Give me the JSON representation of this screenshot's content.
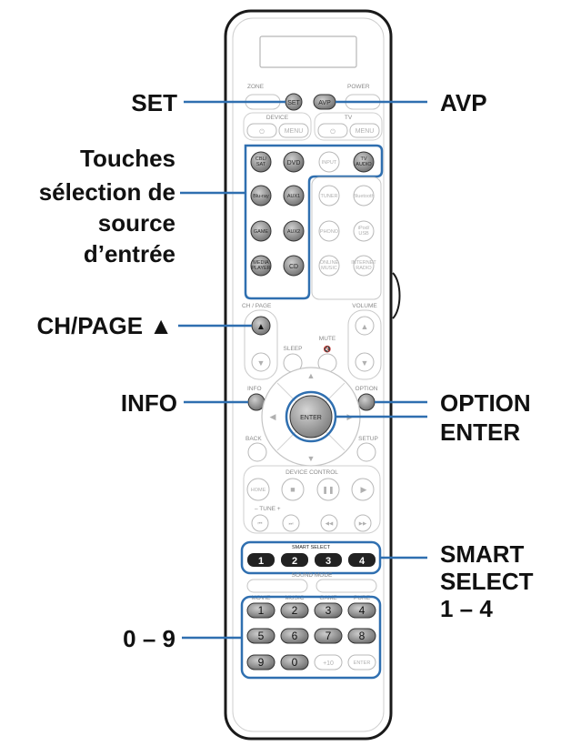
{
  "callouts": {
    "set": "SET",
    "avp": "AVP",
    "touches_1": "Touches",
    "touches_2": "sélection de",
    "touches_3": "source",
    "touches_4": "d’entrée",
    "ch_page": "CH/PAGE ▲",
    "info": "INFO",
    "option": "OPTION",
    "enter": "ENTER",
    "smart_1": "SMART",
    "smart_2": "SELECT",
    "smart_3": "1 – 4",
    "zero_nine": "0 – 9"
  },
  "remote": {
    "zone": "ZONE",
    "power": "POWER",
    "set": "SET",
    "avp": "AVP",
    "device": "DEVICE",
    "tv": "TV",
    "menu": "MENU",
    "power_symbol": "⏻",
    "sources": {
      "cbl_1": "CBL/",
      "cbl_2": "SAT",
      "dvd": "DVD",
      "input": "INPUT",
      "tv_audio_1": "TV",
      "tv_audio_2": "AUDIO",
      "bluray": "Blu-ray",
      "aux1": "AUX1",
      "tuner": "TUNER",
      "bluetooth": "Bluetooth",
      "game": "GAME",
      "aux2": "AUX2",
      "phono": "PHONO",
      "ipod_1": "iPod/",
      "ipod_2": "USB",
      "media_1": "MEDIA",
      "media_2": "PLAYER",
      "cd": "CD",
      "online_1": "ONLINE",
      "online_2": "MUSIC",
      "internet_1": "INTERNET",
      "internet_2": "RADIO"
    },
    "ch_page": "CH / PAGE",
    "volume": "VOLUME",
    "mute": "MUTE",
    "mute_icon": "🔇",
    "sleep": "SLEEP",
    "up_arrow": "▲",
    "down_arrow": "▼",
    "left_arrow": "◀",
    "right_arrow": "▶",
    "info": "INFO",
    "option": "OPTION",
    "enter": "ENTER",
    "back": "BACK",
    "setup": "SETUP",
    "device_control": "DEVICE CONTROL",
    "home": "HOME",
    "stop_symbol": "■",
    "pause_symbol": "❚❚",
    "play_symbol": "▶",
    "tune": "–  TUNE  +",
    "skip_back": "⏮",
    "skip_fwd": "⏭",
    "rewind": "◀◀",
    "ffwd": "▶▶",
    "smart_select": "SMART SELECT",
    "smart_keys": [
      "1",
      "2",
      "3",
      "4"
    ],
    "sound_mode": "SOUND MODE",
    "movie": "MOVIE",
    "music": "MUSIC",
    "game_mode": "GAME",
    "pure": "PURE",
    "digits": [
      "1",
      "2",
      "3",
      "4",
      "5",
      "6",
      "7",
      "8",
      "9",
      "0"
    ],
    "plus10": "+10",
    "enter_small": "ENTER"
  },
  "colors": {
    "leader": "#2f6fb0",
    "highlight_box": "#2f6fb0",
    "dark_button": "#222222",
    "gray_button": "#7a7a7a"
  }
}
